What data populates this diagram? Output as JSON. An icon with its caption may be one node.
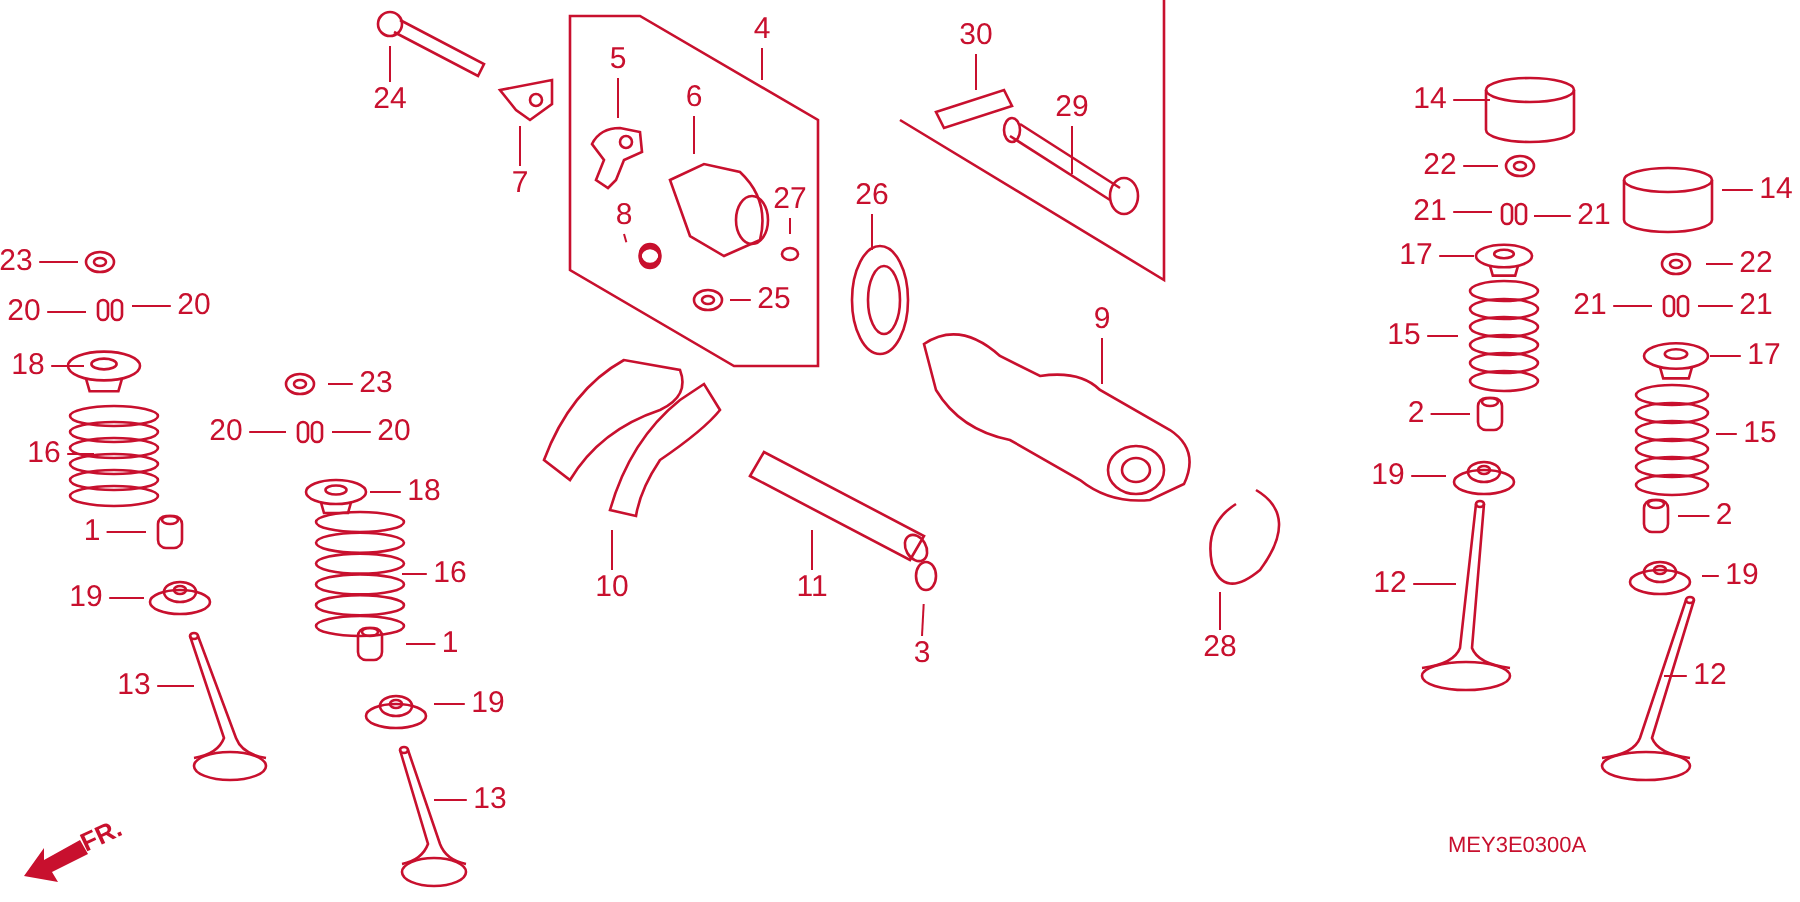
{
  "diagram": {
    "nodes": [
      {
        "text": [
          "24"
        ]
      },
      {
        "text": [
          "7"
        ]
      },
      {
        "text": [
          "5"
        ]
      },
      {
        "text": [
          "4"
        ]
      },
      {
        "text": [
          "6"
        ]
      },
      {
        "text": [
          "8"
        ]
      },
      {
        "text": [
          "27"
        ]
      },
      {
        "text": [
          "25"
        ]
      },
      {
        "text": [
          "30"
        ]
      },
      {
        "text": [
          "29"
        ]
      },
      {
        "text": [
          "26"
        ]
      },
      {
        "text": [
          "9"
        ]
      },
      {
        "text": [
          "14"
        ]
      },
      {
        "text": [
          "22"
        ]
      },
      {
        "text": [
          "21"
        ]
      },
      {
        "text": [
          "21"
        ]
      },
      {
        "text": [
          "14"
        ]
      },
      {
        "text": [
          "17"
        ]
      },
      {
        "text": [
          "22"
        ]
      },
      {
        "text": [
          "15"
        ]
      },
      {
        "text": [
          "21"
        ]
      },
      {
        "text": [
          "21"
        ]
      },
      {
        "text": [
          "17"
        ]
      },
      {
        "text": [
          "2"
        ]
      },
      {
        "text": [
          "15"
        ]
      },
      {
        "text": [
          "19"
        ]
      },
      {
        "text": [
          "2"
        ]
      },
      {
        "text": [
          "19"
        ]
      },
      {
        "text": [
          "12"
        ]
      },
      {
        "text": [
          "12"
        ]
      },
      {
        "text": [
          "28"
        ]
      },
      {
        "text": [
          "3"
        ]
      },
      {
        "text": [
          "11"
        ]
      },
      {
        "text": [
          "10"
        ]
      },
      {
        "text": [
          "23"
        ]
      },
      {
        "text": [
          "20"
        ]
      },
      {
        "text": [
          "20"
        ]
      },
      {
        "text": [
          "18"
        ]
      },
      {
        "text": [
          "16"
        ]
      },
      {
        "text": [
          "1"
        ]
      },
      {
        "text": [
          "19"
        ]
      },
      {
        "text": [
          "13"
        ]
      },
      {
        "text": [
          "23"
        ]
      },
      {
        "text": [
          "20"
        ]
      },
      {
        "text": [
          "20"
        ]
      },
      {
        "text": [
          "18"
        ]
      },
      {
        "text": [
          "16"
        ]
      },
      {
        "text": [
          "1"
        ]
      },
      {
        "text": [
          "19"
        ]
      },
      {
        "text": [
          "13"
        ]
      }
    ],
    "edges": [
      {
        "from": 0,
        "to": null,
        "arrow": "none"
      },
      {
        "from": 1,
        "to": null,
        "arrow": "none"
      },
      {
        "from": 2,
        "to": null,
        "arrow": "none"
      },
      {
        "from": 3,
        "to": null,
        "arrow": "none"
      },
      {
        "from": 4,
        "to": null,
        "arrow": "none"
      },
      {
        "from": 5,
        "to": null,
        "arrow": "none"
      },
      {
        "from": 6,
        "to": null,
        "arrow": "none"
      },
      {
        "from": 7,
        "to": null,
        "arrow": "none"
      },
      {
        "from": 8,
        "to": null,
        "arrow": "none"
      },
      {
        "from": 9,
        "to": null,
        "arrow": "none"
      },
      {
        "from": 10,
        "to": null,
        "arrow": "none"
      },
      {
        "from": 11,
        "to": null,
        "arrow": "none"
      },
      {
        "from": 12,
        "to": null,
        "arrow": "none"
      },
      {
        "from": 13,
        "to": null,
        "arrow": "none"
      },
      {
        "from": 14,
        "to": null,
        "arrow": "none"
      },
      {
        "from": 15,
        "to": null,
        "arrow": "none"
      },
      {
        "from": 16,
        "to": null,
        "arrow": "none"
      },
      {
        "from": 17,
        "to": null,
        "arrow": "none"
      },
      {
        "from": 18,
        "to": null,
        "arrow": "none"
      },
      {
        "from": 19,
        "to": null,
        "arrow": "none"
      },
      {
        "from": 20,
        "to": null,
        "arrow": "none"
      },
      {
        "from": 21,
        "to": null,
        "arrow": "none"
      },
      {
        "from": 22,
        "to": null,
        "arrow": "none"
      },
      {
        "from": 23,
        "to": null,
        "arrow": "none"
      },
      {
        "from": 24,
        "to": null,
        "arrow": "none"
      },
      {
        "from": 25,
        "to": null,
        "arrow": "none"
      },
      {
        "from": 26,
        "to": null,
        "arrow": "none"
      },
      {
        "from": 27,
        "to": null,
        "arrow": "none"
      },
      {
        "from": 28,
        "to": null,
        "arrow": "none"
      },
      {
        "from": 29,
        "to": null,
        "arrow": "none"
      },
      {
        "from": 30,
        "to": null,
        "arrow": "none"
      },
      {
        "from": 31,
        "to": null,
        "arrow": "none"
      },
      {
        "from": 32,
        "to": null,
        "arrow": "none"
      },
      {
        "from": 33,
        "to": null,
        "arrow": "none"
      },
      {
        "from": 34,
        "to": null,
        "arrow": "none"
      },
      {
        "from": 35,
        "to": null,
        "arrow": "none"
      },
      {
        "from": 36,
        "to": null,
        "arrow": "none"
      },
      {
        "from": 37,
        "to": null,
        "arrow": "none"
      },
      {
        "from": 38,
        "to": null,
        "arrow": "none"
      },
      {
        "from": 39,
        "to": null,
        "arrow": "none"
      },
      {
        "from": 40,
        "to": null,
        "arrow": "none"
      },
      {
        "from": 41,
        "to": null,
        "arrow": "none"
      },
      {
        "from": 42,
        "to": null,
        "arrow": "none"
      },
      {
        "from": 43,
        "to": null,
        "arrow": "none"
      },
      {
        "from": 44,
        "to": null,
        "arrow": "none"
      },
      {
        "from": 45,
        "to": null,
        "arrow": "none"
      },
      {
        "from": 46,
        "to": null,
        "arrow": "none"
      },
      {
        "from": 47,
        "to": null,
        "arrow": "none"
      },
      {
        "from": 48,
        "to": null,
        "arrow": "none"
      },
      {
        "from": 49,
        "to": null,
        "arrow": "none"
      }
    ],
    "labels": [
      "FR.",
      "MEY3E0300A"
    ]
  }
}
